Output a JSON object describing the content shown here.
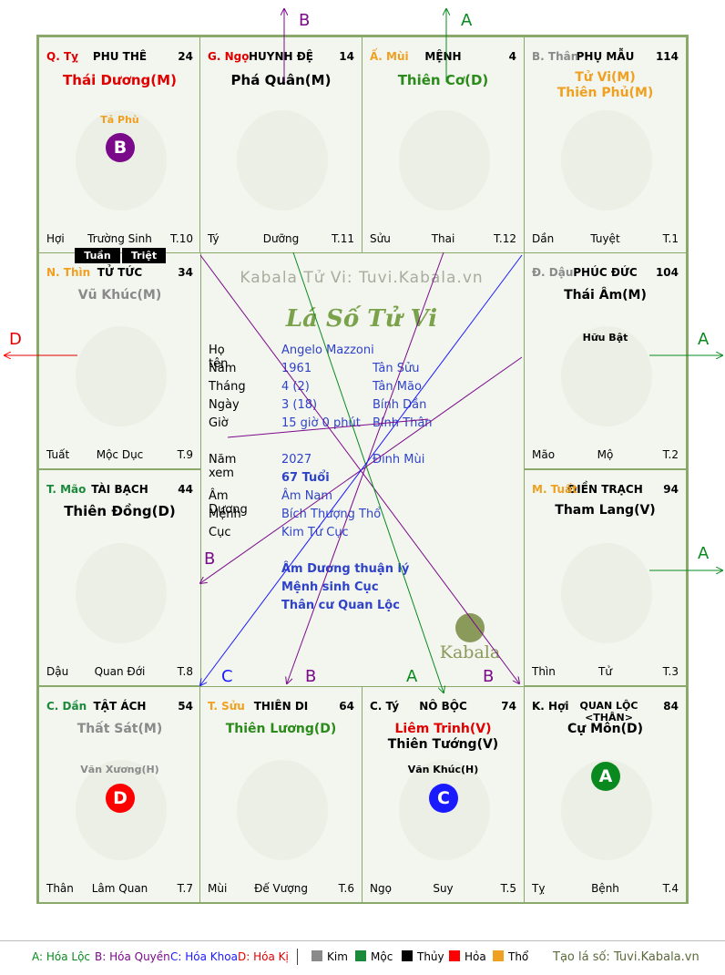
{
  "colors": {
    "border": "#8aa86a",
    "cell_bg": "#f3f5ef",
    "hoa_loc": "#0a8a1e",
    "hoa_quyen": "#7a0a8a",
    "hoa_khoa": "#1a1aff",
    "hoa_ki": "#ff0000",
    "red": "#e00000",
    "orange": "#f0a020",
    "green": "#2a8a1a",
    "gray": "#8a8a8a",
    "blue": "#2f43c9"
  },
  "arrows": {
    "top_B": "B",
    "top_A": "A",
    "left_D": "D",
    "right_A1": "A",
    "right_A2": "A",
    "inner_B_left": "B",
    "inner_C": "C",
    "inner_B_bottom": "B",
    "inner_A_bottom": "A",
    "inner_B_right": "B"
  },
  "tuan": "Tuần",
  "triet": "Triệt",
  "cells": {
    "ty": {
      "can": "Q. Tỵ",
      "palace": "PHU THÊ",
      "num": "24",
      "main": [
        "Thái Dương(M)"
      ],
      "minor": [
        "Tả Phù"
      ],
      "badge": "B",
      "foot": [
        "Hợi",
        "Trường Sinh",
        "T.10"
      ]
    },
    "ngo": {
      "can": "G. Ngọ",
      "palace": "HUYNH ĐỆ",
      "num": "14",
      "main": [
        "Phá Quân(M)"
      ],
      "minor": [],
      "foot": [
        "Tý",
        "Dưỡng",
        "T.11"
      ]
    },
    "mui": {
      "can": "Ấ. Mùi",
      "palace": "MỆNH",
      "num": "4",
      "main": [
        "Thiên Cơ(D)"
      ],
      "minor": [],
      "foot": [
        "Sửu",
        "Thai",
        "T.12"
      ]
    },
    "than": {
      "can": "B. Thân",
      "palace": "PHỤ MẪU",
      "num": "114",
      "main": [
        "Tử Vi(M)",
        "Thiên Phủ(M)"
      ],
      "minor": [],
      "foot": [
        "Dần",
        "Tuyệt",
        "T.1"
      ]
    },
    "thin": {
      "can": "N. Thìn",
      "palace": "TỬ TỨC",
      "num": "34",
      "main": [
        "Vũ Khúc(M)"
      ],
      "minor": [],
      "foot": [
        "Tuất",
        "Mộc Dục",
        "T.9"
      ]
    },
    "dau": {
      "can": "Đ. Dậu",
      "palace": "PHÚC ĐỨC",
      "num": "104",
      "main": [
        "Thái Âm(M)"
      ],
      "minor": [
        "Hữu Bật"
      ],
      "foot": [
        "Mão",
        "Mộ",
        "T.2"
      ]
    },
    "mao": {
      "can": "T. Mão",
      "palace": "TÀI BẠCH",
      "num": "44",
      "main": [
        "Thiên Đồng(D)"
      ],
      "minor": [],
      "foot": [
        "Dậu",
        "Quan Đới",
        "T.8"
      ]
    },
    "tuat": {
      "can": "M. Tuất",
      "palace": "ĐIỀN TRẠCH",
      "num": "94",
      "main": [
        "Tham Lang(V)"
      ],
      "minor": [],
      "foot": [
        "Thìn",
        "Tử",
        "T.3"
      ]
    },
    "dan": {
      "can": "C. Dần",
      "palace": "TẬT ÁCH",
      "num": "54",
      "main": [
        "Thất Sát(M)"
      ],
      "minor": [
        "Văn Xương(H)"
      ],
      "badge": "D",
      "foot": [
        "Thân",
        "Lâm Quan",
        "T.7"
      ]
    },
    "suu": {
      "can": "T. Sửu",
      "palace": "THIÊN DI",
      "num": "64",
      "main": [
        "Thiên Lương(D)"
      ],
      "minor": [],
      "foot": [
        "Mùi",
        "Đế Vượng",
        "T.6"
      ]
    },
    "tydong": {
      "can": "C. Tý",
      "palace": "NÔ BỘC",
      "num": "74",
      "main": [
        "Liêm Trinh(V)",
        "Thiên Tướng(V)"
      ],
      "minor": [
        "Văn Khúc(H)"
      ],
      "badge": "C",
      "foot": [
        "Ngọ",
        "Suy",
        "T.5"
      ]
    },
    "hoi": {
      "can": "K. Hợi",
      "palace": "QUAN LỘC <THÂN>",
      "num": "84",
      "main": [
        "Cự Môn(D)"
      ],
      "minor": [],
      "badge": "A",
      "foot": [
        "Tỵ",
        "Bệnh",
        "T.4"
      ]
    }
  },
  "center": {
    "watermark": "Kabala Tử Vi: Tuvi.Kabala.vn",
    "title": "Lá Số Tử Vi",
    "rows": [
      {
        "k": "Họ tên",
        "v1": "Angelo Mazzoni",
        "v2": ""
      },
      {
        "k": "Năm",
        "v1": "1961",
        "v2": "Tân Sửu"
      },
      {
        "k": "Tháng",
        "v1": "4  (2)",
        "v2": "Tân Mão"
      },
      {
        "k": "Ngày",
        "v1": "3  (18)",
        "v2": "Bính Dần"
      },
      {
        "k": "Giờ",
        "v1": "15 giờ 0 phút",
        "v2": "Bính Thân"
      },
      {
        "k": "Năm xem",
        "v1": "2027",
        "v2": "Đinh Mùi"
      },
      {
        "k": "",
        "v1": "67 Tuổi",
        "v2": ""
      },
      {
        "k": "Âm Dương",
        "v1": "Âm Nam",
        "v2": ""
      },
      {
        "k": "Mệnh",
        "v1": "Bích Thượng Thổ",
        "v2": ""
      },
      {
        "k": "Cục",
        "v1": "Kim Tứ Cục",
        "v2": ""
      }
    ],
    "notes": [
      "Âm Dương thuận lý",
      "Mệnh sinh Cục",
      "Thân cư Quan Lộc"
    ],
    "kabala": "Kabala"
  },
  "legend": {
    "a": "A: Hóa Lộc",
    "b": "B: Hóa Quyền",
    "c": "C: Hóa Khoa",
    "d": "D: Hóa Kị",
    "kim": "Kim",
    "moc": "Mộc",
    "thuy": "Thủy",
    "hoa": "Hỏa",
    "tho": "Thổ",
    "site": "Tạo lá số: Tuvi.Kabala.vn",
    "swatch_kim": "#8a8a8a",
    "swatch_moc": "#1a8a3a",
    "swatch_thuy": "#000000",
    "swatch_hoa": "#ff0000",
    "swatch_tho": "#f0a020"
  }
}
